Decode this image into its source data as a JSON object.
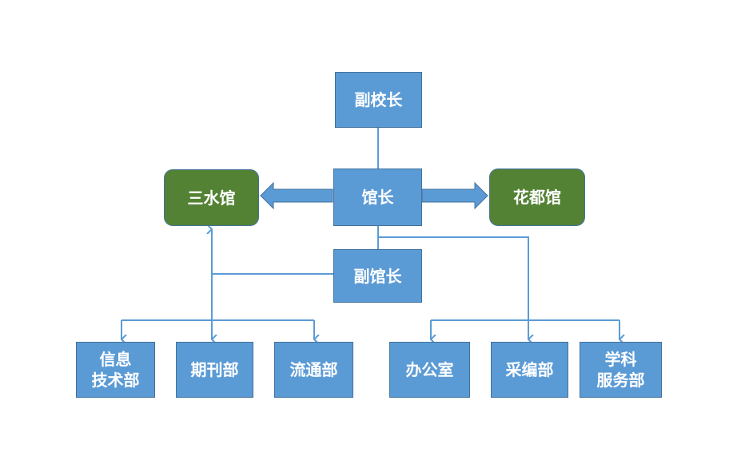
{
  "nodes": {
    "vice_president": "副校长",
    "curator": "馆长",
    "deputy_curator": "副馆长",
    "sanshui_branch": "三水馆",
    "huadu_branch": "花都馆",
    "info_tech_dept": "信息\n技术部",
    "periodicals_dept": "期刊部",
    "circulation_dept": "流通部",
    "general_office": "办公室",
    "acquisitions_dept": "采编部",
    "subject_service_dept": "学科\n服务部"
  },
  "colors": {
    "blue_node": "#5b9bd5",
    "green_node": "#548235",
    "border": "#41719c",
    "connector": "#5b9bd5",
    "text": "#ffffff"
  }
}
